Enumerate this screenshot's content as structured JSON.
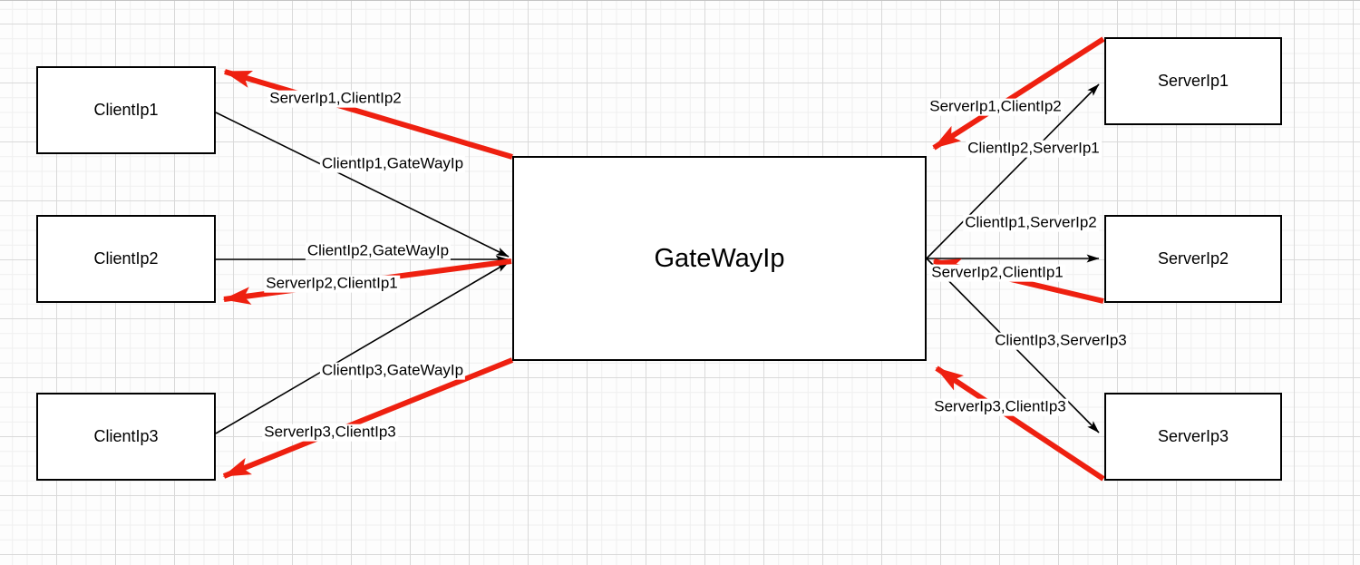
{
  "app": {
    "kind": "network-diagram-canvas",
    "title": "NAT gateway packet flow diagram"
  },
  "colors": {
    "forward_path": "#000000",
    "return_path": "#ee2010",
    "node_fill": "#ffffff",
    "node_stroke": "#000000",
    "grid_minor": "#efefef",
    "grid_major": "#d9d9d9"
  },
  "nodes": {
    "client1": {
      "label": "ClientIp1"
    },
    "client2": {
      "label": "ClientIp2"
    },
    "client3": {
      "label": "ClientIp3"
    },
    "gateway": {
      "label": "GateWayIp"
    },
    "server1": {
      "label": "ServerIp1"
    },
    "server2": {
      "label": "ServerIp2"
    },
    "server3": {
      "label": "ServerIp3"
    }
  },
  "edge_labels": {
    "left_return_1": {
      "text": "ServerIp1,ClientIp2"
    },
    "left_forward_1": {
      "text": "ClientIp1,GateWayIp"
    },
    "left_forward_2": {
      "text": "ClientIp2,GateWayIp"
    },
    "left_return_2": {
      "text": "ServerIp2,ClientIp1"
    },
    "left_forward_3": {
      "text": "ClientIp3,GateWayIp"
    },
    "left_return_3": {
      "text": "ServerIp3,ClientIp3"
    },
    "right_return_1": {
      "text": "ServerIp1,ClientIp2"
    },
    "right_forward_1": {
      "text": "ClientIp2,ServerIp1"
    },
    "right_forward_2": {
      "text": "ClientIp1,ServerIp2"
    },
    "right_return_2": {
      "text": "ServerIp2,ClientIp1"
    },
    "right_forward_3": {
      "text": "ClientIp3,ServerIp3"
    },
    "right_return_3": {
      "text": "ServerIp3,ClientIp3"
    }
  }
}
